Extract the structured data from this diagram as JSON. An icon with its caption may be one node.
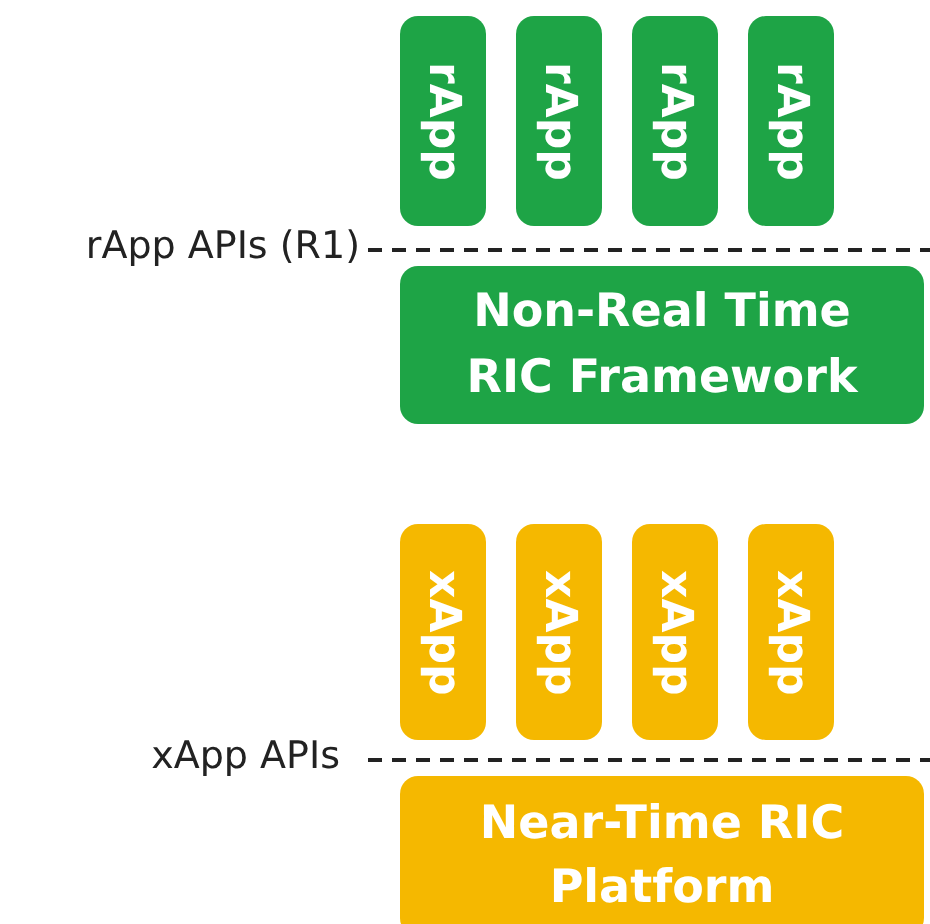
{
  "diagram": {
    "nodes": [
      {
        "text": [
          "rApp"
        ]
      },
      {
        "text": [
          "rApp"
        ]
      },
      {
        "text": [
          "rApp"
        ]
      },
      {
        "text": [
          "rApp"
        ]
      },
      {
        "text": [
          "Non-Real Time RIC Framework"
        ]
      },
      {
        "text": [
          "xApp"
        ]
      },
      {
        "text": [
          "xApp"
        ]
      },
      {
        "text": [
          "xApp"
        ]
      },
      {
        "text": [
          "xApp"
        ]
      },
      {
        "text": [
          "Near-Time RIC Platform"
        ]
      }
    ],
    "labels": [
      "rApp APIs (R1)",
      "xApp APIs"
    ]
  }
}
